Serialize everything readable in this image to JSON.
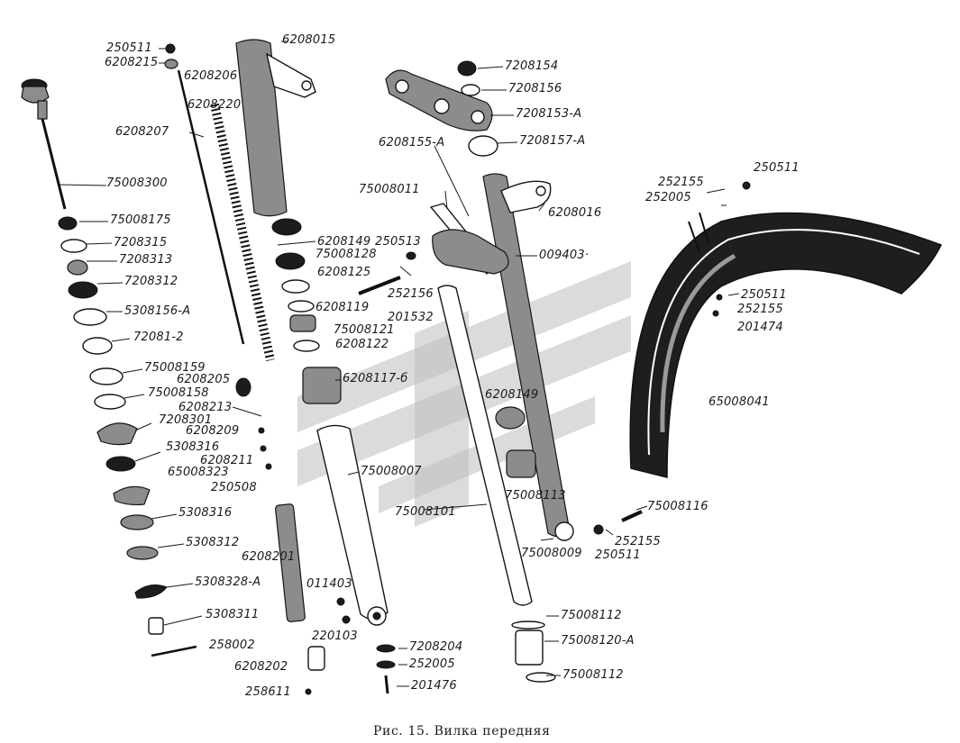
{
  "caption": "Рис. 15. Вилка передняя",
  "labels": {
    "p250511_a": "250511",
    "p6208215": "6208215",
    "p6208015": "6208015",
    "p6208206": "6208206",
    "p6208220": "6208220",
    "p6208207": "6208207",
    "p75008300": "75008300",
    "p75008175": "75008175",
    "p7208315": "7208315",
    "p7208313": "7208313",
    "p7208312": "7208312",
    "p5308156A": "5308156-А",
    "p72081_2": "72081-2",
    "p75008159": "75008159",
    "p75008158": "75008158",
    "p7208301": "7208301",
    "p5308316_a": "5308316",
    "p65008323": "65008323",
    "p5308316_b": "5308316",
    "p5308312": "5308312",
    "p5308328A": "5308328-А",
    "p5308311": "5308311",
    "p258002": "258002",
    "p6208202": "6208202",
    "p258611": "258611",
    "p6208205": "6208205",
    "p6208213": "6208213",
    "p6208209": "6208209",
    "p6208211": "6208211",
    "p250508": "250508",
    "p6208201": "6208201",
    "p011403": "011403",
    "p220103": "220103",
    "p6208149_a": "6208149",
    "p75008128": "75008128",
    "p6208125": "6208125",
    "p6208119": "6208119",
    "p75008121": "75008121",
    "p6208122": "6208122",
    "p6208117_6": "6208117-б",
    "p75008007": "75008007",
    "p7208204": "7208204",
    "p252005_a": "252005",
    "p201476": "201476",
    "p7208154": "7208154",
    "p7208156": "7208156",
    "p7208153A": "7208153-А",
    "p7208157A": "7208157-А",
    "p6208155A": "6208155-А",
    "p75008011": "75008011",
    "p6208016": "6208016",
    "p250513": "250513",
    "p009403": "009403·",
    "p252156": "252156",
    "p201532": "201532",
    "p6208149_b": "6208149",
    "p75008113": "75008113",
    "p75008101": "75008101",
    "p75008009": "75008009",
    "p75008116": "75008116",
    "p252155_a": "252155",
    "p250511_b": "250511",
    "p75008112_a": "75008112",
    "p75008120A": "75008120-А",
    "p75008112_b": "75008112",
    "p252155_b": "252155",
    "p250511_c": "250511",
    "p252005_b": "252005",
    "p250511_d": "250511",
    "p252155_c": "252155",
    "p201474": "201474",
    "p65008041": "65008041"
  }
}
